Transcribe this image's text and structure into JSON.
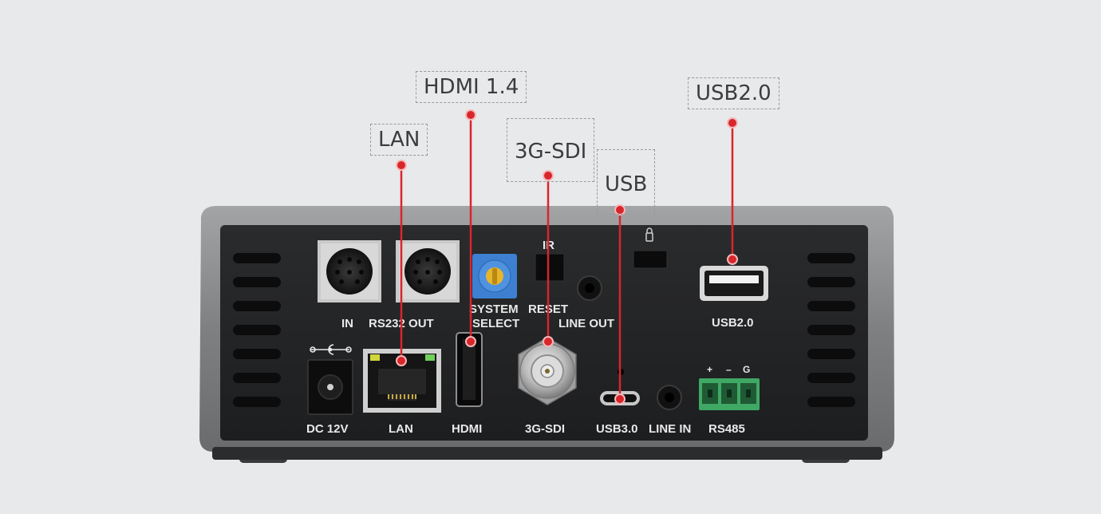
{
  "callouts": {
    "lan": "LAN",
    "hdmi": "HDMI 1.4",
    "sdi": "3G-SDI",
    "usb": "USB",
    "usb2": "USB2.0"
  },
  "panel_labels": {
    "rs232_in": "IN",
    "rs232_out": "RS232 OUT",
    "system_select": "SYSTEM SELECT",
    "reset": "RESET",
    "ir": "IR",
    "line_out": "LINE OUT",
    "usb2": "USB2.0",
    "dc": "DC 12V",
    "lan": "LAN",
    "hdmi": "HDMI",
    "sdi": "3G-SDI",
    "usb3": "USB3.0",
    "line_in": "LINE IN",
    "rs485": "RS485",
    "rs485_plus": "+",
    "rs485_minus": "–",
    "rs485_g": "G"
  },
  "colors": {
    "background": "#e8e9eb",
    "leader_line": "#d8262b",
    "panel": "#232426",
    "shell": "#8a8b8d"
  }
}
